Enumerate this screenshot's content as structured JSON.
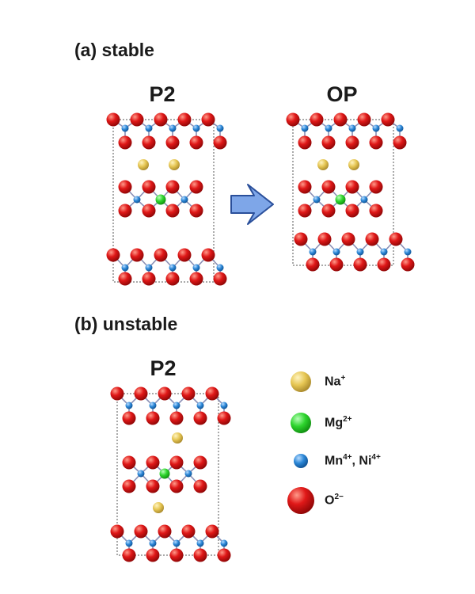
{
  "panels": {
    "a": {
      "label": "(a) stable",
      "left_title": "P2",
      "right_title": "OP"
    },
    "b": {
      "label": "(b) unstable",
      "title": "P2"
    }
  },
  "legend": [
    {
      "key": "na",
      "base": "Na",
      "sup": "+",
      "color": "#e6c653"
    },
    {
      "key": "mg",
      "base": "Mg",
      "sup": "2+",
      "color": "#2dd42d"
    },
    {
      "key": "tm",
      "base": "Mn",
      "sup": "4+",
      "sep": ", ",
      "base2": "Ni",
      "sup2": "4+",
      "color": "#2a86d6"
    },
    {
      "key": "o",
      "base": "O",
      "sup": "2−",
      "color": "#e01818"
    }
  ],
  "colors": {
    "na": "#e6c653",
    "mg": "#2dd42d",
    "tm": "#2a86d6",
    "o": "#e01818",
    "bond": "#8a8fb5",
    "arrow_fill": "#7ea6e8",
    "arrow_stroke": "#2a4f9a"
  }
}
